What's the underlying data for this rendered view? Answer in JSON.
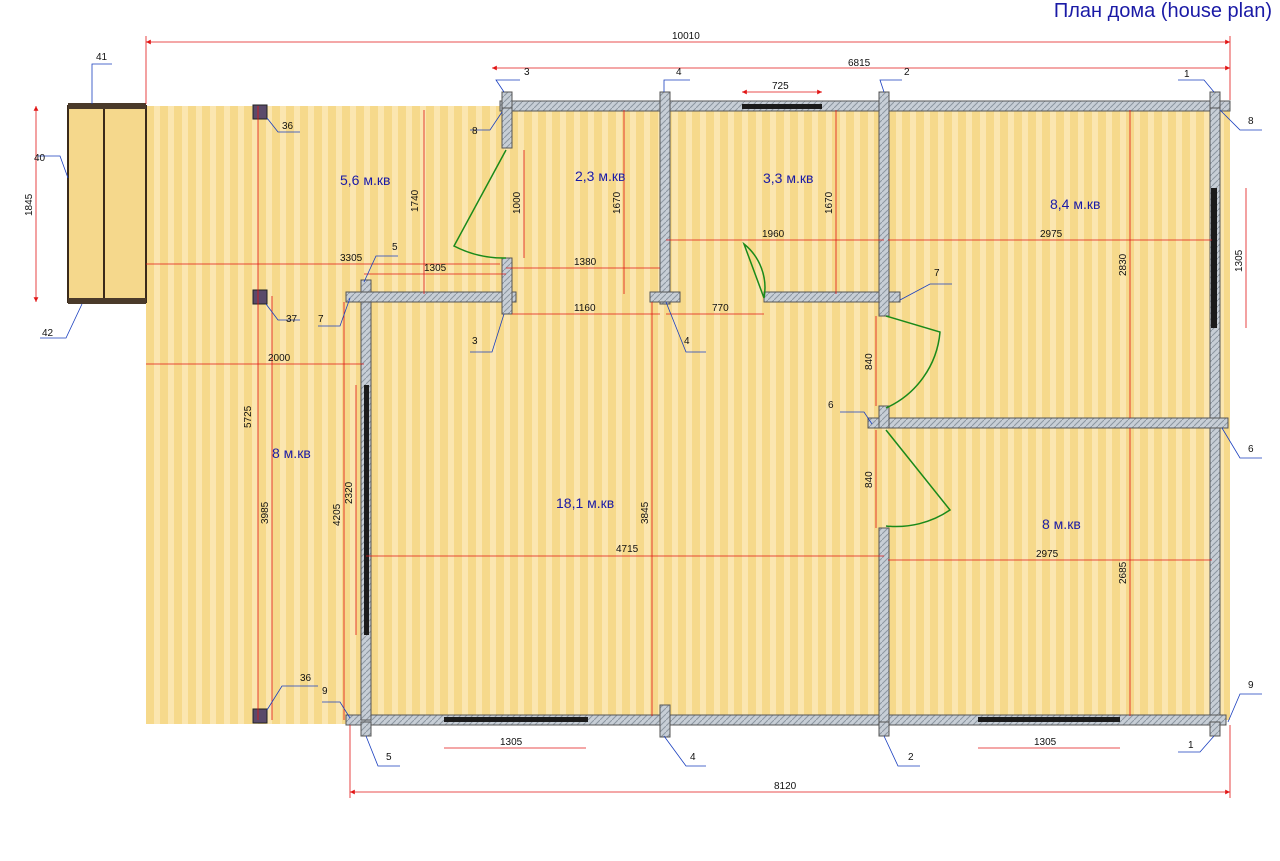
{
  "title": "План дома (house plan)",
  "rooms": [
    {
      "label": "5,6 м.кв"
    },
    {
      "label": "2,3 м.кв"
    },
    {
      "label": "3,3 м.кв"
    },
    {
      "label": "8,4 м.кв"
    },
    {
      "label": "8 м.кв"
    },
    {
      "label": "18,1 м.кв"
    },
    {
      "label": "8 м.кв"
    }
  ],
  "dimensions": [
    "10010",
    "6815",
    "725",
    "1740",
    "1000",
    "1670",
    "1670",
    "1960",
    "2975",
    "1305",
    "3305",
    "1305",
    "1380",
    "1160",
    "770",
    "2830",
    "840",
    "840",
    "2000",
    "5725",
    "3985",
    "4205",
    "2320",
    "4715",
    "3845",
    "2975",
    "2685",
    "1305",
    "1305",
    "8120",
    "1845"
  ],
  "callouts": [
    "41",
    "40",
    "42",
    "36",
    "37",
    "36",
    "3",
    "4",
    "2",
    "1",
    "8",
    "8",
    "5",
    "7",
    "3",
    "4",
    "7",
    "6",
    "6",
    "9",
    "9",
    "5",
    "4",
    "2",
    "1"
  ],
  "colors": {
    "floor": "#f7dd95",
    "floor_stripe": "#fff0c4",
    "wall": "#b8c2cc",
    "dimension_line": "#e11515",
    "door_swing": "#1a8a1a",
    "label_blue": "#1a1aa6",
    "pointer": "#1a3fbf"
  }
}
